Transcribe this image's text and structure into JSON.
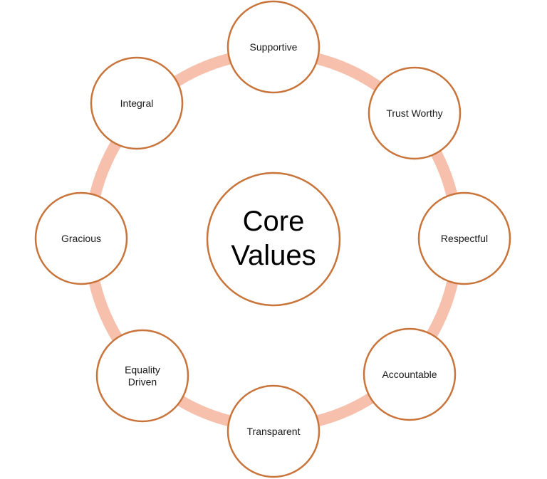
{
  "diagram": {
    "colors": {
      "ring": "#f6c0ad",
      "circle_stroke": "#c8743a",
      "circle_fill": "#ffffff",
      "text": "#1a1a1a"
    },
    "center": {
      "line1": "Core",
      "line2": "Values"
    },
    "nodes": [
      {
        "lines": [
          "Supportive"
        ]
      },
      {
        "lines": [
          "Trust Worthy"
        ]
      },
      {
        "lines": [
          "Respectful"
        ]
      },
      {
        "lines": [
          "Accountable"
        ]
      },
      {
        "lines": [
          "Transparent"
        ]
      },
      {
        "lines": [
          "Equality",
          "Driven"
        ]
      },
      {
        "lines": [
          "Gracious"
        ]
      },
      {
        "lines": [
          "Integral"
        ]
      }
    ]
  }
}
